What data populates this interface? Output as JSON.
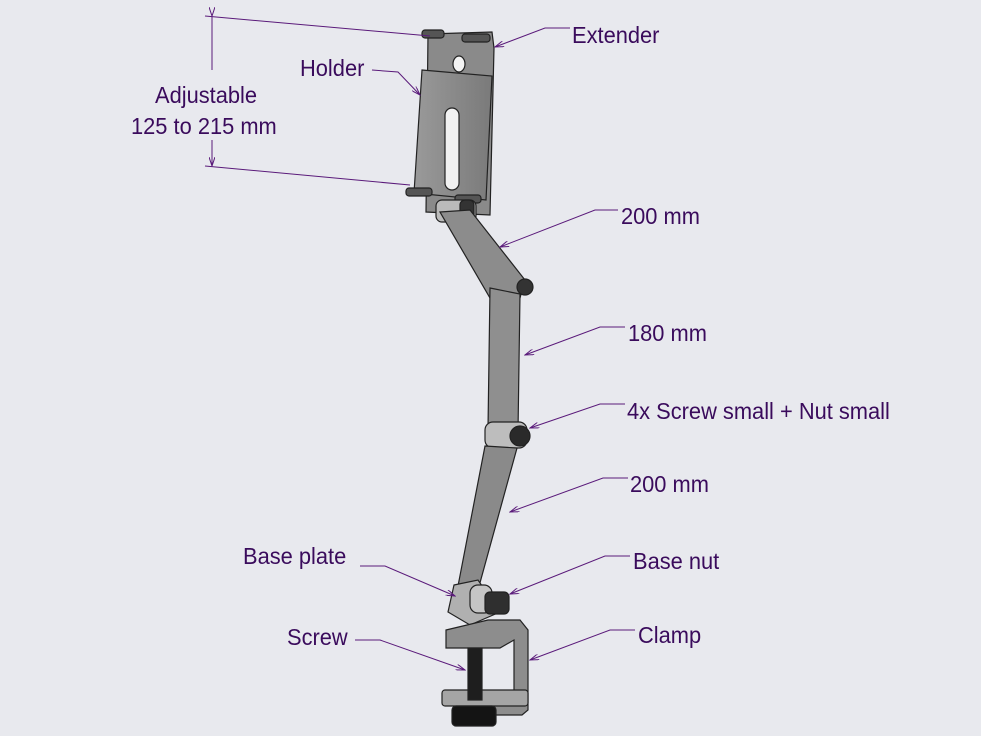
{
  "colors": {
    "label": "#3a0b5c",
    "leader": "#5a1a7a",
    "part": "#8e8e8e",
    "part_dark": "#3a3a3a",
    "background": "#e8e9ee"
  },
  "labels": {
    "extender": "Extender",
    "holder": "Holder",
    "adjustable_line1": "Adjustable",
    "adjustable_line2": "125 to 215 mm",
    "arm_top": "200 mm",
    "arm_middle": "180 mm",
    "screws": "4x Screw small + Nut small",
    "arm_bottom": "200 mm",
    "base_plate": "Base plate",
    "base_nut": "Base nut",
    "clamp": "Clamp",
    "screw": "Screw"
  }
}
